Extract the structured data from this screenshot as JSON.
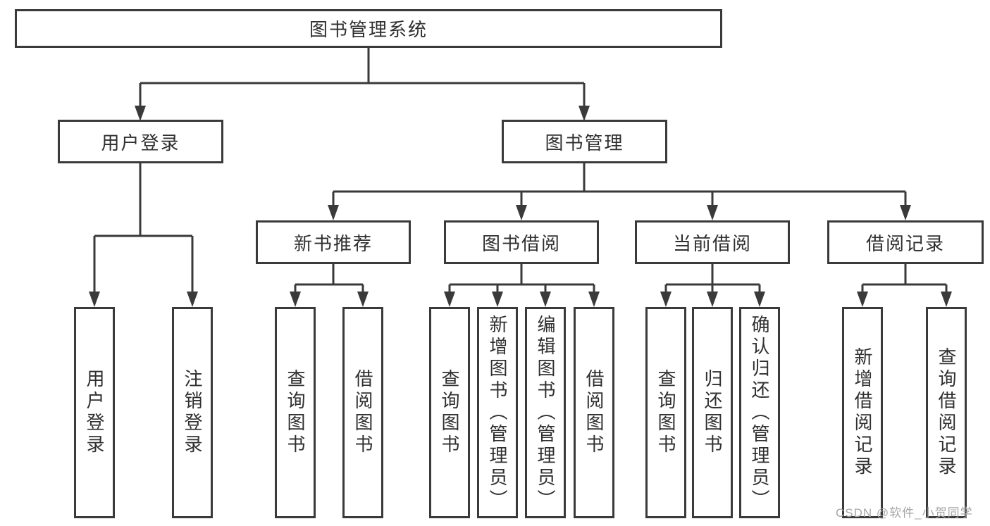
{
  "diagram": {
    "nodes": {
      "root": {
        "label": "图书管理系统"
      },
      "login": {
        "label": "用户登录"
      },
      "manage": {
        "label": "图书管理"
      },
      "rec": {
        "label": "新书推荐"
      },
      "borrow": {
        "label": "图书借阅"
      },
      "current": {
        "label": "当前借阅"
      },
      "records": {
        "label": "借阅记录"
      }
    },
    "leaves": {
      "login_user": "用户登录",
      "login_logout": "注销登录",
      "rec_query": "查询图书",
      "rec_borrow": "借阅图书",
      "borrow_query": "查询图书",
      "borrow_add": "新增图书（管理员）",
      "borrow_edit": "编辑图书（管理员）",
      "borrow_lend": "借阅图书",
      "current_query": "查询图书",
      "current_return": "归还图书",
      "current_confirm": "确认归还（管理员）",
      "records_add": "新增借阅记录",
      "records_query": "查询借阅记录"
    },
    "colors": {
      "line": "#3a3a3a",
      "box_border": "#3a3a3a",
      "text": "#2f2f2f",
      "background": "#ffffff",
      "watermark": "#a6a6a6"
    }
  },
  "watermark": {
    "text": "CSDN @软件_小贺同学"
  }
}
